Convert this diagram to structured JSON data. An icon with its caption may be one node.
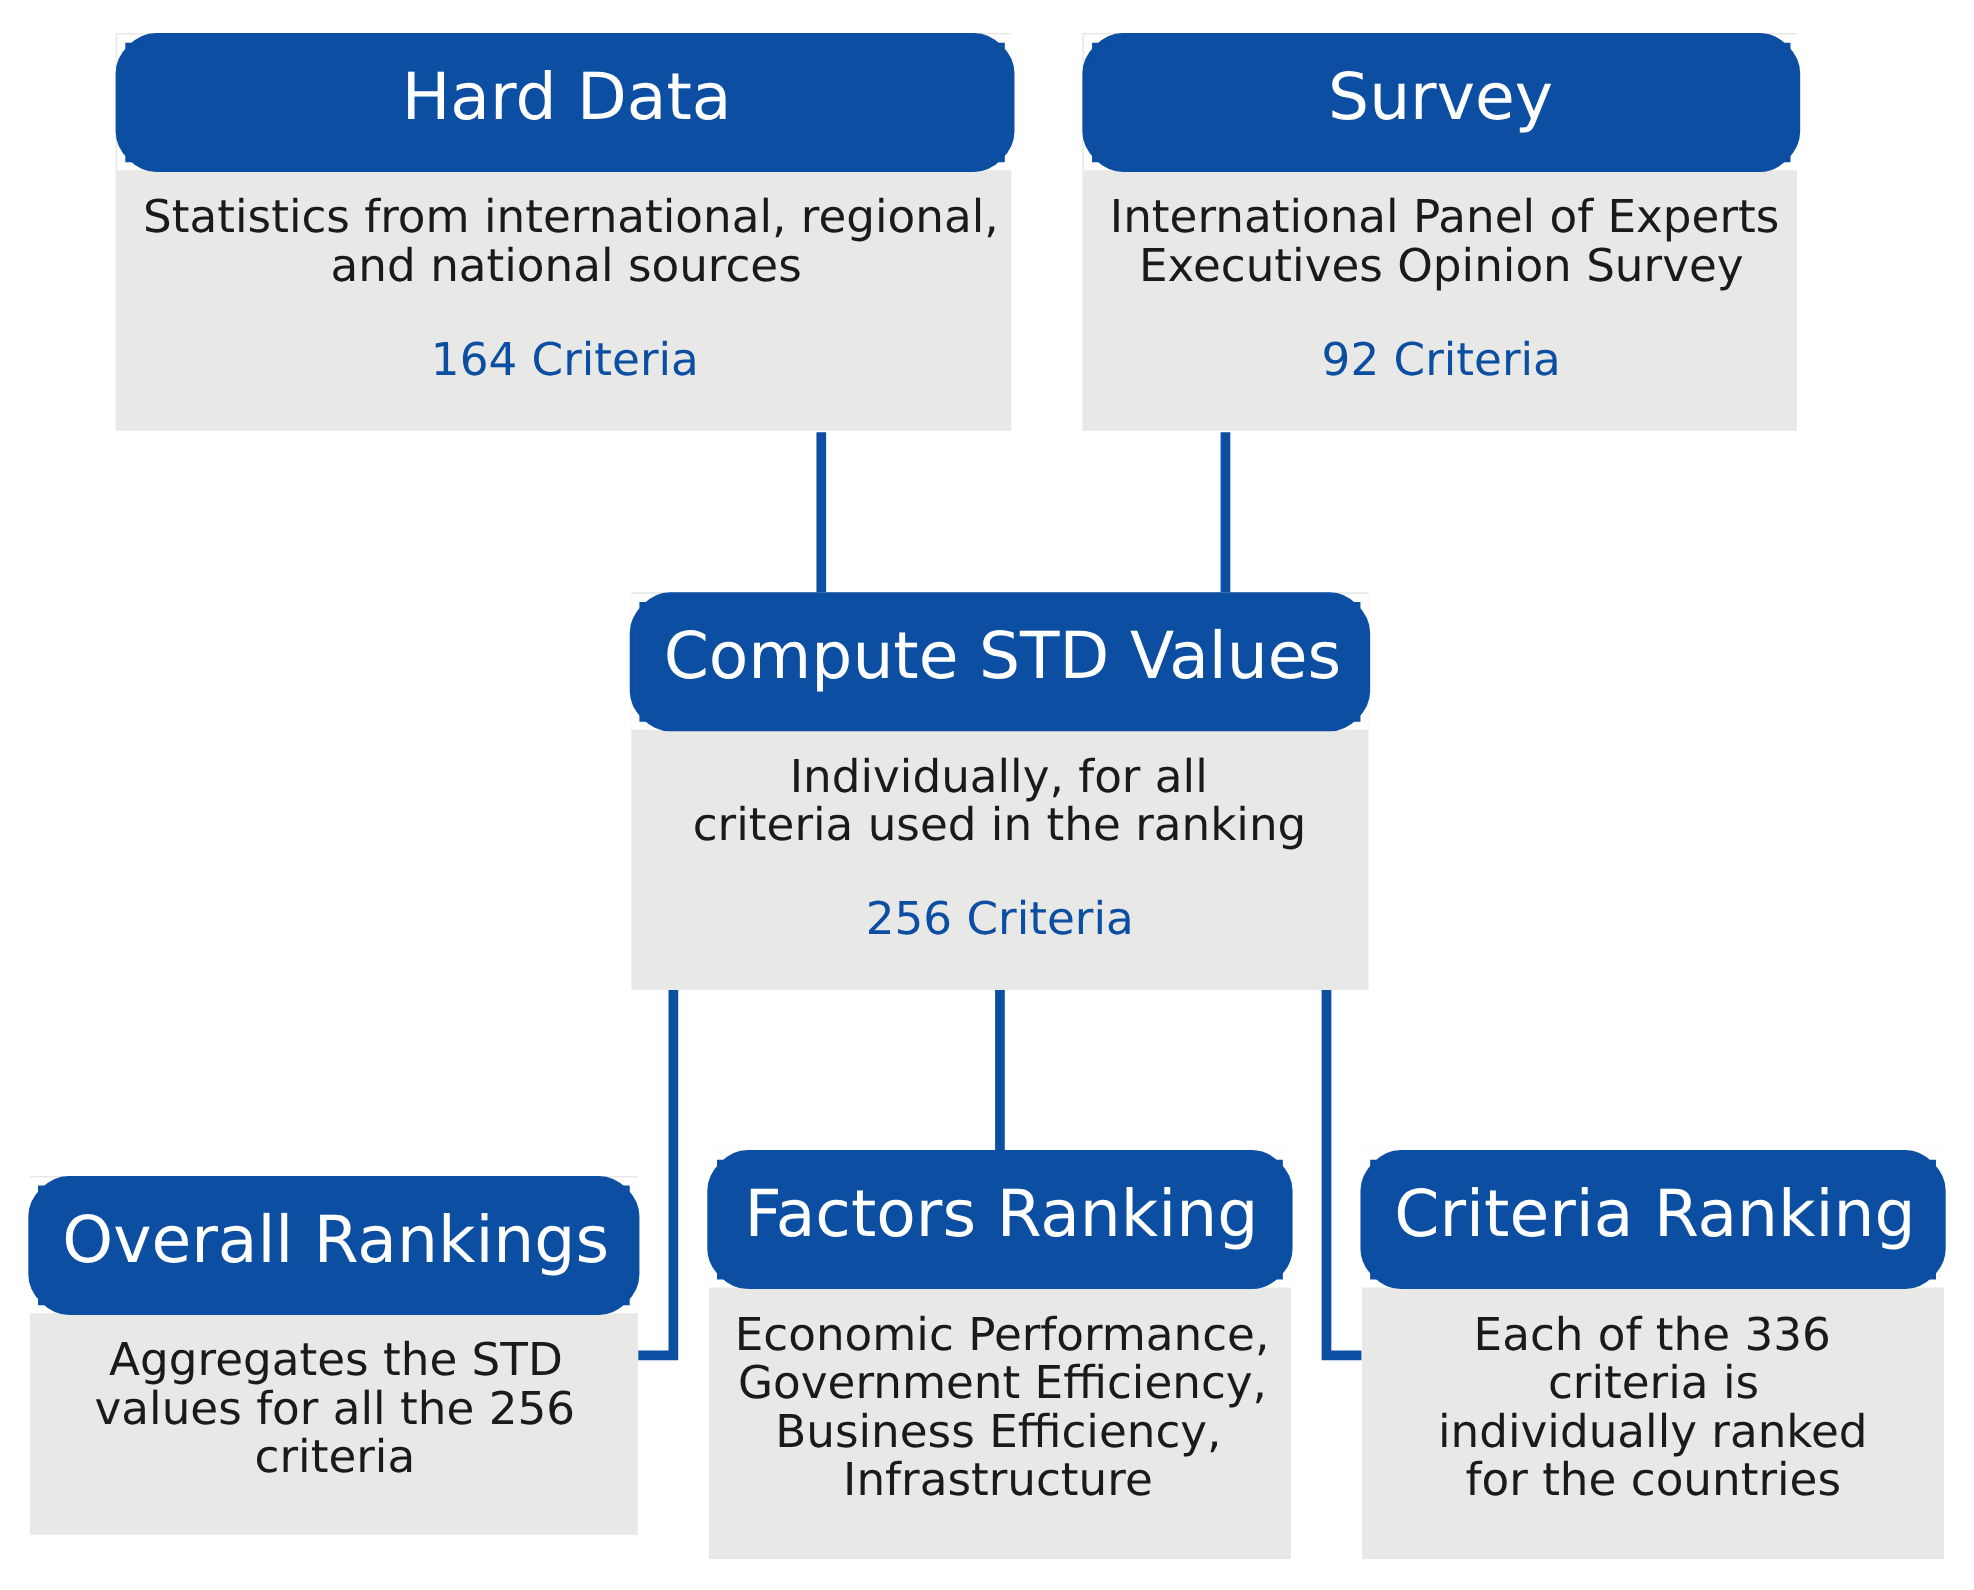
{
  "diagram": {
    "nodes": [
      {
        "text": [
          "Hard Data",
          "Statistics from international, regional, and national sources",
          "164 Criteria"
        ]
      },
      {
        "text": [
          "Survey",
          "International Panel of Experts Executives Opinion Survey",
          "92 Criteria"
        ]
      },
      {
        "text": [
          "Compute STD Values",
          "Individually, for all criteria used in the ranking",
          "256 Criteria"
        ]
      },
      {
        "text": [
          "Overall Rankings",
          "Aggregates the STD values for all the 256 criteria"
        ]
      },
      {
        "text": [
          "Factors Ranking",
          "Economic Performance, Government Efficiency, Business Efficiency, Infrastructure"
        ]
      },
      {
        "text": [
          "Criteria Ranking",
          "Each of the 336 criteria is individually ranked for the countries"
        ]
      }
    ],
    "edges": [
      {
        "from": 0,
        "to": 2,
        "arrow": "none"
      },
      {
        "from": 1,
        "to": 2,
        "arrow": "none"
      },
      {
        "from": 2,
        "to": 3,
        "arrow": "none"
      },
      {
        "from": 2,
        "to": 4,
        "arrow": "none"
      },
      {
        "from": 2,
        "to": 5,
        "arrow": "none"
      }
    ]
  }
}
